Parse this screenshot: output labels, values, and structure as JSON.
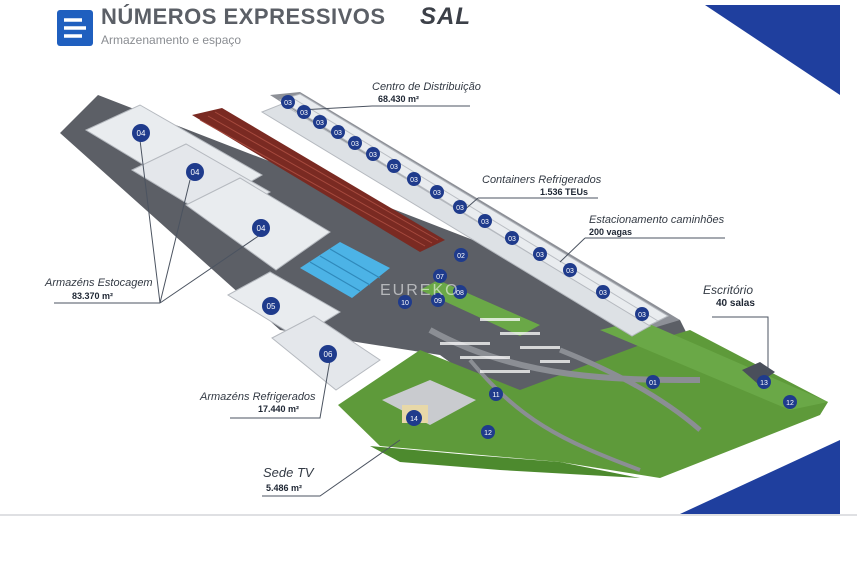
{
  "header": {
    "title": "NÚMEROS EXPRESSIVOS",
    "brand": "SAL",
    "subtitle": "Armazenamento e espaço"
  },
  "callouts": {
    "centro_distribuicao": {
      "title": "Centro de Distribuição",
      "value": "68.430 m²"
    },
    "containers_refrigerados": {
      "title": "Containers Refrigerados",
      "value": "1.536 TEUs"
    },
    "estacionamento_caminhoes": {
      "title": "Estacionamento caminhões",
      "value": "200 vagas"
    },
    "escritorio": {
      "title": "Escritório",
      "value": "40 salas"
    },
    "armazens_estocagem": {
      "title": "Armazéns Estocagem",
      "value": "83.370 m²"
    },
    "armazens_refrigerados": {
      "title": "Armazéns Refrigerados",
      "value": "17.440 m²"
    },
    "sede_tv": {
      "title": "Sede TV",
      "value": "5.486 m²"
    }
  },
  "markers": [
    "03",
    "04",
    "02",
    "07",
    "08",
    "09",
    "10",
    "05",
    "06",
    "11",
    "12",
    "13",
    "14",
    "01"
  ],
  "watermark": "EUREKO",
  "colors": {
    "accent_blue": "#1f3f9e",
    "marker_fill": "#1f3b8c",
    "grass": "#5e9a3a",
    "asphalt": "#5c5f66",
    "warehouse_roof": "#e9ecef",
    "cold_containers": "#4cb3e6",
    "dark_red_containers": "#7a2a22"
  },
  "icons": {
    "logo": "sal-logo-icon"
  }
}
